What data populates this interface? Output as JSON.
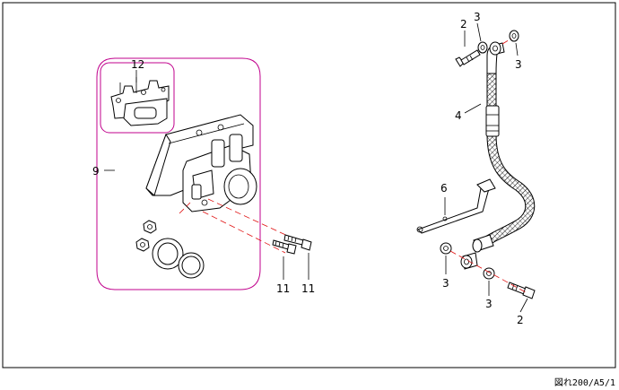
{
  "diagram": {
    "callouts": {
      "c2_top": "2",
      "c3_top": "3",
      "c3_right": "3",
      "c4": "4",
      "c6": "6",
      "c3_bl": "3",
      "c3_bm": "3",
      "c2_bottom": "2",
      "c12": "12",
      "c9": "9",
      "c11_left": "11",
      "c11_right": "11"
    },
    "reference": "図れ200/A5/1",
    "colors": {
      "group_outline": "#c0008c",
      "guide_line": "#e01010",
      "line": "#000000"
    }
  }
}
